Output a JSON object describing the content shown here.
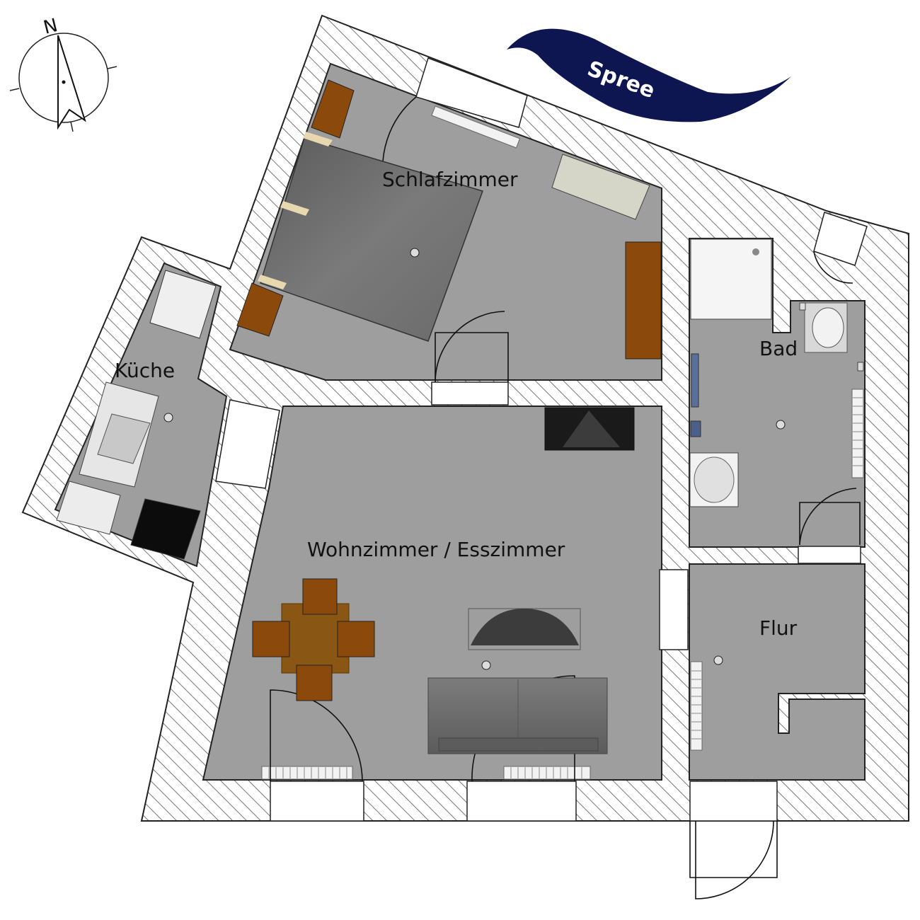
{
  "compass": {
    "north_label": "N",
    "icon": "compass-icon"
  },
  "river": {
    "label": "Spree",
    "color": "#0d1650"
  },
  "rooms": {
    "schlafzimmer": "Schlafzimmer",
    "kueche": "Küche",
    "wohnzimmer": "Wohnzimmer / Esszimmer",
    "bad": "Bad",
    "flur": "Flur"
  },
  "colors": {
    "floor": "#9e9e9e",
    "wall_hatch": "#555555",
    "wood": "#8b4a0c",
    "table": "#8a5614",
    "bed": "#6e6e6e"
  }
}
